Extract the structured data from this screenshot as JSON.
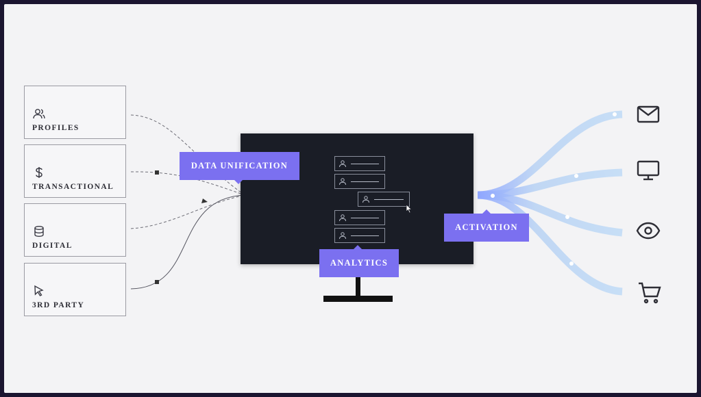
{
  "sources": [
    {
      "label": "PROFILES",
      "icon": "users-icon"
    },
    {
      "label": "TRANSACTIONAL",
      "icon": "dollar-icon"
    },
    {
      "label": "DIGITAL",
      "icon": "database-icon"
    },
    {
      "label": "3RD PARTY",
      "icon": "cursor-icon"
    }
  ],
  "tags": {
    "data_unification": "DATA UNIFICATION",
    "analytics": "ANALYTICS",
    "activation": "ACTIVATION"
  },
  "channels": [
    {
      "icon": "mail-icon"
    },
    {
      "icon": "monitor-icon"
    },
    {
      "icon": "eye-icon"
    },
    {
      "icon": "cart-icon"
    }
  ],
  "colors": {
    "accent": "#7b70f0",
    "screen": "#1a1d26",
    "stream": "#a9c9f2"
  }
}
